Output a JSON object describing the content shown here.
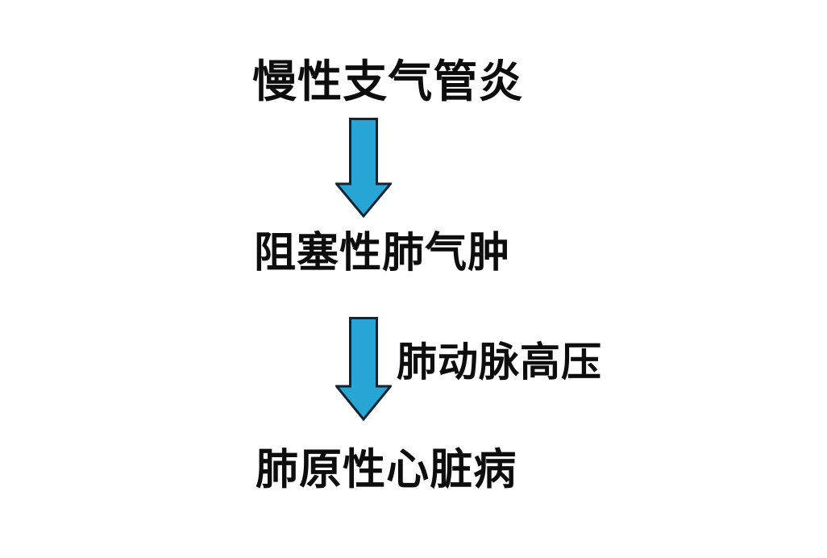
{
  "diagram": {
    "title_text": "慢性支气管炎",
    "background_color": "#ffffff",
    "text_color": "#0d0d0d",
    "arrow_fill_color": "#27a5d4",
    "arrow_stroke_color": "#152430",
    "nodes": [
      {
        "id": "chronic-bronchitis",
        "label": "慢性支气管炎",
        "order": 1
      },
      {
        "id": "obstructive-emphysema",
        "label": "阻塞性肺气肿",
        "order": 2
      },
      {
        "id": "cor-pulmonale",
        "label": "肺原性心脏病",
        "order": 3
      }
    ],
    "edges": [
      {
        "id": "edge-1",
        "from": "chronic-bronchitis",
        "to": "obstructive-emphysema",
        "icon": "down-arrow-icon",
        "label": ""
      },
      {
        "id": "edge-2",
        "from": "obstructive-emphysema",
        "to": "cor-pulmonale",
        "icon": "down-arrow-icon",
        "label": "肺动脉高压"
      }
    ]
  }
}
